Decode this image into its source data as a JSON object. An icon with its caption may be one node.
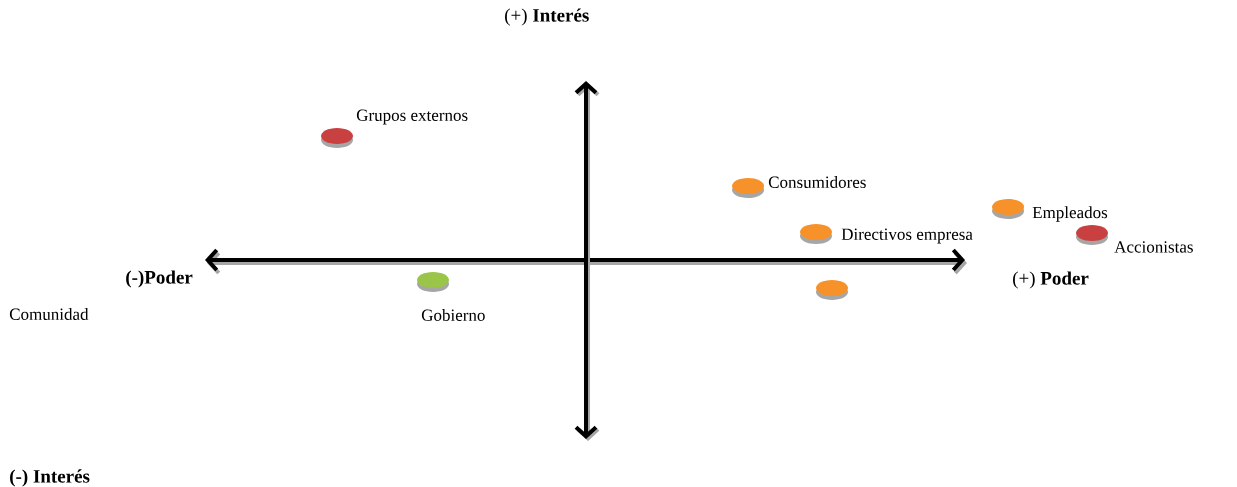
{
  "diagram": {
    "nodes": [
      {
        "text": [],
        "shape": "circle",
        "beside": [
          "Grupos externos"
        ]
      },
      {
        "text": [],
        "shape": "circle",
        "beside": [
          "Consumidores"
        ]
      },
      {
        "text": [],
        "shape": "circle",
        "beside": [
          "Empleados"
        ]
      },
      {
        "text": [],
        "shape": "circle",
        "beside": [
          "Directivos empresa"
        ]
      },
      {
        "text": [],
        "shape": "circle",
        "beside": [
          "Accionistas"
        ]
      },
      {
        "text": [],
        "shape": "circle",
        "beside": [
          "Gobierno"
        ]
      },
      {
        "text": [],
        "shape": "circle"
      }
    ],
    "labels": [
      "(+) **Interés**",
      "(-)Poder",
      "(+) **Poder**",
      "Comunidad",
      "(-) Interés"
    ]
  }
}
